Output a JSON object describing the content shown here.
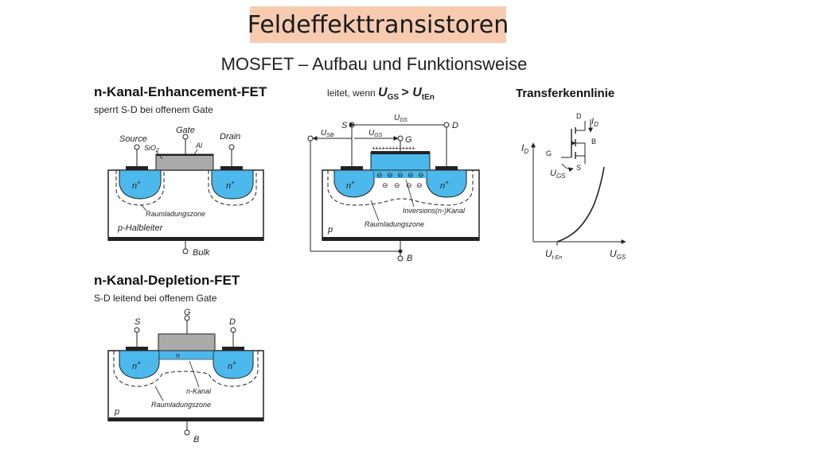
{
  "title": "Feldeffekttransistoren",
  "subtitle": "MOSFET – Aufbau und Funktionsweise",
  "enhancement": {
    "heading": "n-Kanal-Enhancement-FET",
    "note": "sperrt S-D bei offenem Gate",
    "labels": {
      "gate": "Gate",
      "source": "Source",
      "drain": "Drain",
      "sio2": "SiO",
      "sio2_sub": "2",
      "al": "Al",
      "n_plus": "n",
      "plus": "+",
      "depletion": "Raumladungszone",
      "substrate": "p-Halbleiter",
      "bulk": "Bulk"
    }
  },
  "condition": {
    "prefix": "leitet, wenn",
    "u": "U",
    "gs": "GS",
    "gt": ">",
    "ten": "tEn"
  },
  "operating": {
    "labels": {
      "s": "S",
      "d": "D",
      "g": "G",
      "b": "B",
      "p": "p",
      "uds": "U",
      "uds_sub": "DS",
      "usb": "U",
      "usb_sub": "SB",
      "ugs": "U",
      "ugs_sub": "GS",
      "plus_row": "+++++++++++++",
      "channel": "Inversions(n-)Kanal",
      "depletion": "Raumladungszone",
      "minus": "⊖"
    }
  },
  "transfer": {
    "heading": "Transferkennlinie",
    "labels": {
      "id": "I",
      "id_sub": "D",
      "ugs": "U",
      "ugs_sub": "GS",
      "uten": "U",
      "uten_sub": "t En",
      "sym_d": "D",
      "sym_g": "G",
      "sym_b": "B",
      "sym_s": "S",
      "sym_id": "I",
      "sym_id_sub": "D",
      "sym_ugs": "U",
      "sym_ugs_sub": "GS"
    }
  },
  "depletion_fet": {
    "heading": "n-Kanal-Depletion-FET",
    "note": "S-D leitend bei offenem Gate",
    "labels": {
      "s": "S",
      "g": "G",
      "d": "D",
      "b": "B",
      "p": "p",
      "n": "n",
      "n_plus": "n",
      "plus": "+",
      "channel": "n-Kanal",
      "depletion": "Raumladungszone"
    }
  },
  "colors": {
    "title_bg": "#f7cbb0",
    "n_region": "#4cb8ec",
    "oxide": "#aaaaaa",
    "metal": "#222222"
  }
}
